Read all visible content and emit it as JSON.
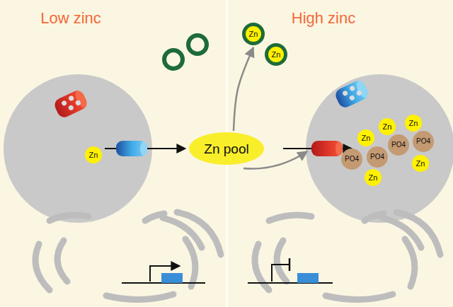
{
  "diagram": {
    "nodes": [
      {
        "text": [
          "Zn"
        ]
      },
      {
        "text": [
          "Zn pool"
        ]
      },
      {
        "text": [
          "Zn"
        ]
      },
      {
        "text": [
          "Zn"
        ]
      },
      {
        "text": [
          "Zn"
        ]
      },
      {
        "text": [
          "Zn"
        ]
      },
      {
        "text": [
          "Zn"
        ]
      },
      {
        "text": [
          "Zn"
        ]
      },
      {
        "text": [
          "Zn"
        ]
      },
      {
        "text": [
          "PO4"
        ]
      },
      {
        "text": [
          "PO4"
        ]
      },
      {
        "text": [
          "PO4"
        ]
      },
      {
        "text": [
          "PO4"
        ]
      }
    ],
    "edges": [
      {
        "from": 1,
        "to": 2,
        "arrow": "to"
      }
    ],
    "labels": [
      "Low zinc",
      "High zinc"
    ]
  }
}
